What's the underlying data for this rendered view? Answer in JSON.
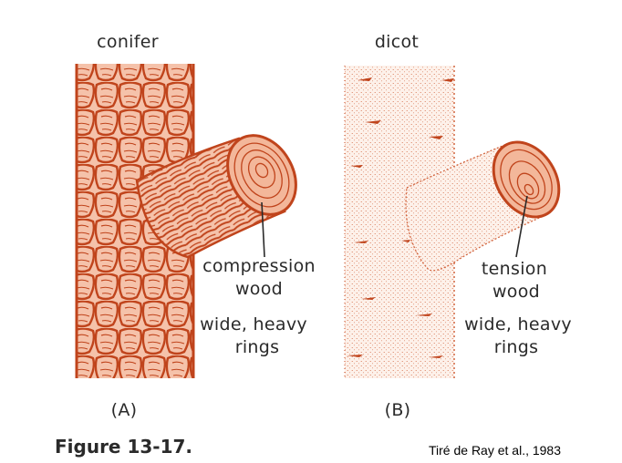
{
  "panels": [
    {
      "id": "A",
      "title": "conifer",
      "wood_line1": "compression",
      "wood_line2": "wood",
      "rings_line1": "wide, heavy",
      "rings_line2": "rings",
      "letter": "(A)"
    },
    {
      "id": "B",
      "title": "dicot",
      "wood_line1": "tension",
      "wood_line2": "wood",
      "rings_line1": "wide, heavy",
      "rings_line2": "rings",
      "letter": "(B)"
    }
  ],
  "caption": "Figure 13-17.",
  "credit": "Tiré de Ray et al., 1983",
  "colors": {
    "ink": "#c0441c",
    "fill": "#f3b79a",
    "text": "#2a2a2a"
  }
}
